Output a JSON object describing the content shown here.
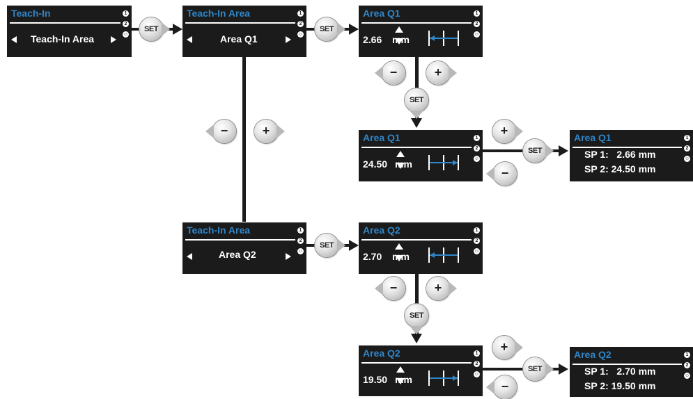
{
  "colors": {
    "title": "#2f86c9",
    "screen_bg": "#1b1b1b",
    "text": "#ffffff",
    "connector": "#1b1b1b",
    "button": "#e0e0e0"
  },
  "icons": {
    "nav_left": "triangle-left-icon",
    "nav_right": "triangle-right-icon",
    "up_down": "up-down-arrows-icon",
    "gauge": "gauge-marker-icon",
    "indicator": "circled-digit-icon"
  },
  "indicators": [
    "1",
    "2",
    "☺"
  ],
  "buttons": {
    "set": "SET",
    "minus": "−",
    "plus": "+"
  },
  "screens": {
    "teach_in": {
      "title": "Teach-In",
      "value": "Teach-In Area"
    },
    "teach_in_area_q1": {
      "title": "Teach-In Area",
      "value": "Area Q1"
    },
    "area_q1_sp1": {
      "title": "Area Q1",
      "value": "2.66",
      "unit": "mm"
    },
    "area_q1_sp2": {
      "title": "Area Q1",
      "value": "24.50",
      "unit": "mm"
    },
    "area_q1_result": {
      "title": "Area Q1",
      "line1": "SP 1:   2.66 mm",
      "line2": "SP 2: 24.50 mm"
    },
    "teach_in_area_q2": {
      "title": "Teach-In Area",
      "value": "Area Q2"
    },
    "area_q2_sp1": {
      "title": "Area Q2",
      "value": "2.70",
      "unit": "mm"
    },
    "area_q2_sp2": {
      "title": "Area Q2",
      "value": "19.50",
      "unit": "mm"
    },
    "area_q2_result": {
      "title": "Area Q2",
      "line1": "SP 1:   2.70 mm",
      "line2": "SP 2: 19.50 mm"
    }
  }
}
